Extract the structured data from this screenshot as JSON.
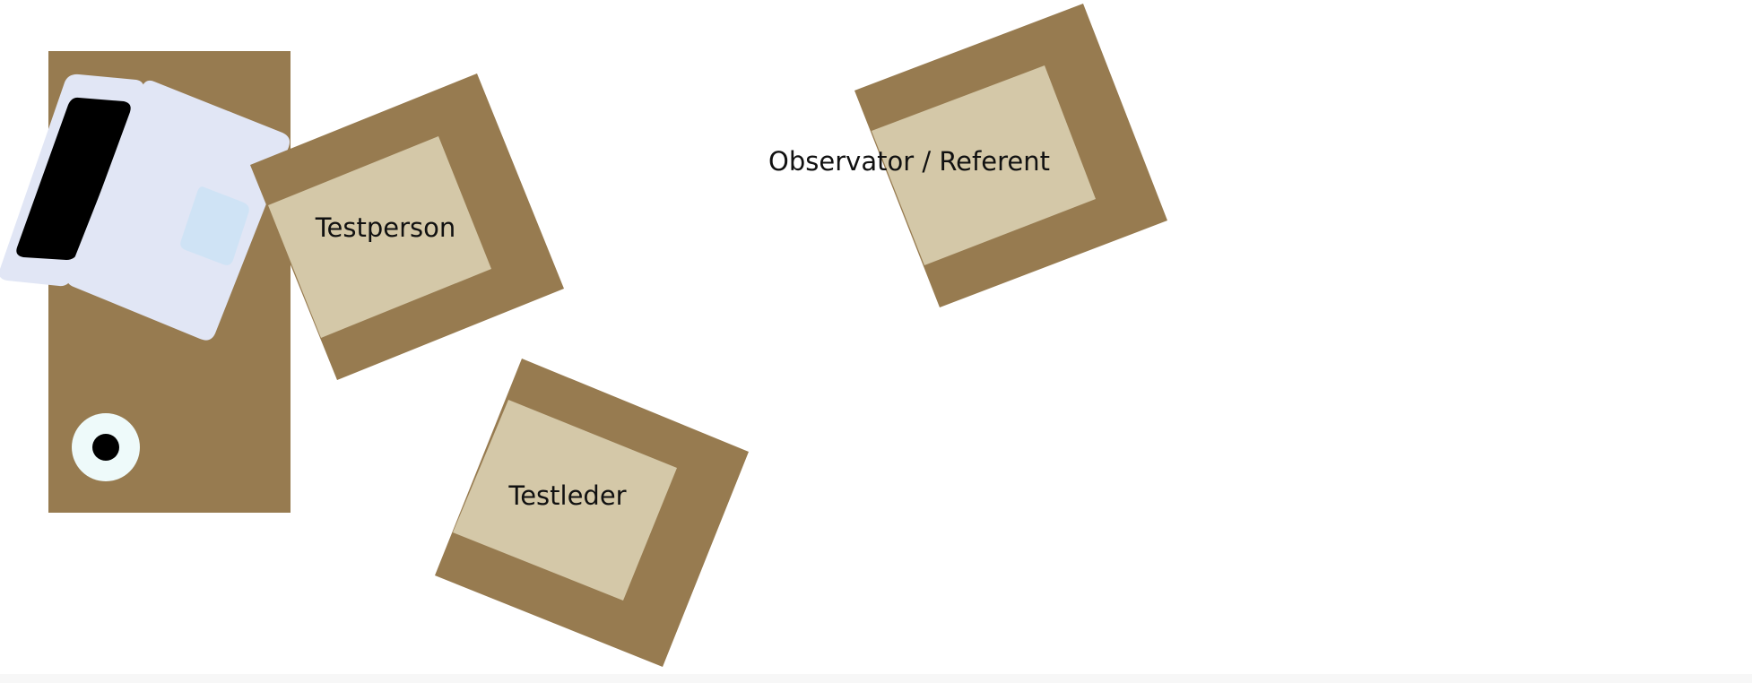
{
  "colors": {
    "background": "#ffffff",
    "furniture_wood": "#977b50",
    "chair_seat": "#d4c8a8",
    "laptop_body": "#e1e6f5",
    "laptop_screen": "#000000",
    "trackpad": "#cfe3f5",
    "mouse_outer": "#eefafa",
    "mouse_inner": "#000000",
    "label_text": "#111111"
  },
  "labels": {
    "testperson": "Testperson",
    "testleder": "Testleder",
    "observator": "Observator / Referent"
  },
  "icons": {
    "laptop": "laptop-icon",
    "mouse": "mouse-icon"
  }
}
